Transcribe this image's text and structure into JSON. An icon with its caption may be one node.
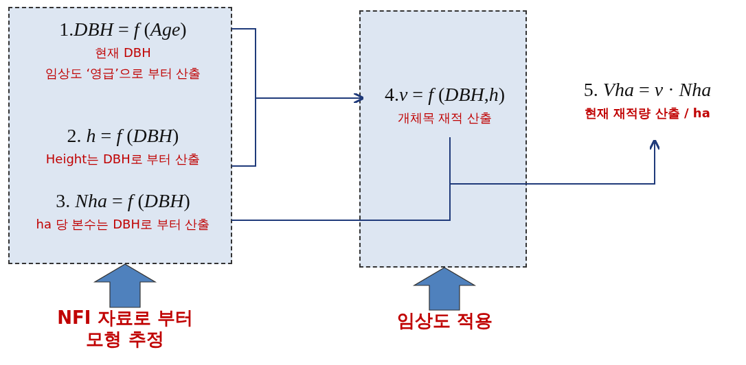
{
  "diagram": {
    "nodes": [
      {
        "text": [],
        "shape": "box"
      },
      {
        "text": [
          "1.*DBH* = *f* (*Age*)",
          "현재 DBH",
          "임상도 ‘영급’으로 부터 산출"
        ],
        "in": 0
      },
      {
        "text": [
          "2. *h* = *f* (*DBH*)",
          "Height는 DBH로 부터 산출"
        ],
        "in": 0
      },
      {
        "text": [
          "3. *Nha* = *f* (*DBH*)",
          "ha 당 본수는 DBH로 부터 산출"
        ],
        "in": 0
      },
      {
        "text": [],
        "shape": "box"
      },
      {
        "text": [
          "4.*v* = *f* (*DBH*,*h*)",
          "개체목 재적 산출"
        ],
        "in": 4
      },
      {
        "text": [
          "5. *Vha* = *v* · *Nha*",
          "현재 재적량 산출 / ha"
        ]
      },
      {
        "text": [
          "NFI 자료로 부터 모형 추정"
        ]
      },
      {
        "text": [
          "임상도 적용"
        ]
      }
    ],
    "edges": [
      {
        "from": 1,
        "to": 5,
        "arrow": "to"
      },
      {
        "from": 2,
        "to": 5,
        "arrow": "to"
      },
      {
        "from": 3,
        "to": 6,
        "arrow": "to"
      },
      {
        "from": 5,
        "to": 6,
        "arrow": "to"
      },
      {
        "from": 7,
        "to": 0,
        "arrow": "to",
        "style": "thick"
      },
      {
        "from": 8,
        "to": 4,
        "arrow": "to",
        "style": "thick"
      }
    ]
  }
}
